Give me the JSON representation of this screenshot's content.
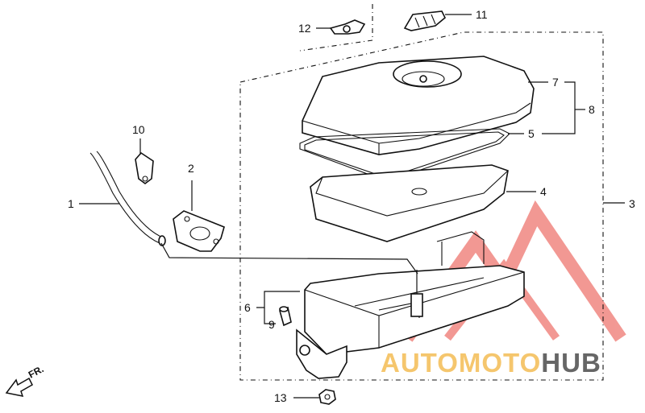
{
  "callouts": {
    "c1": "1",
    "c2": "2",
    "c3": "3",
    "c4": "4",
    "c5": "5",
    "c6": "6",
    "c7": "7",
    "c8": "8",
    "c9": "9",
    "c10": "10",
    "c11": "11",
    "c12": "12",
    "c13": "13"
  },
  "direction_label": "FR.",
  "watermark": {
    "part1": "AUTOMOTO",
    "part2": "HUB",
    "color_primary": "#e8453c",
    "color_secondary": "#f2b33d",
    "color_dark": "#333333"
  }
}
